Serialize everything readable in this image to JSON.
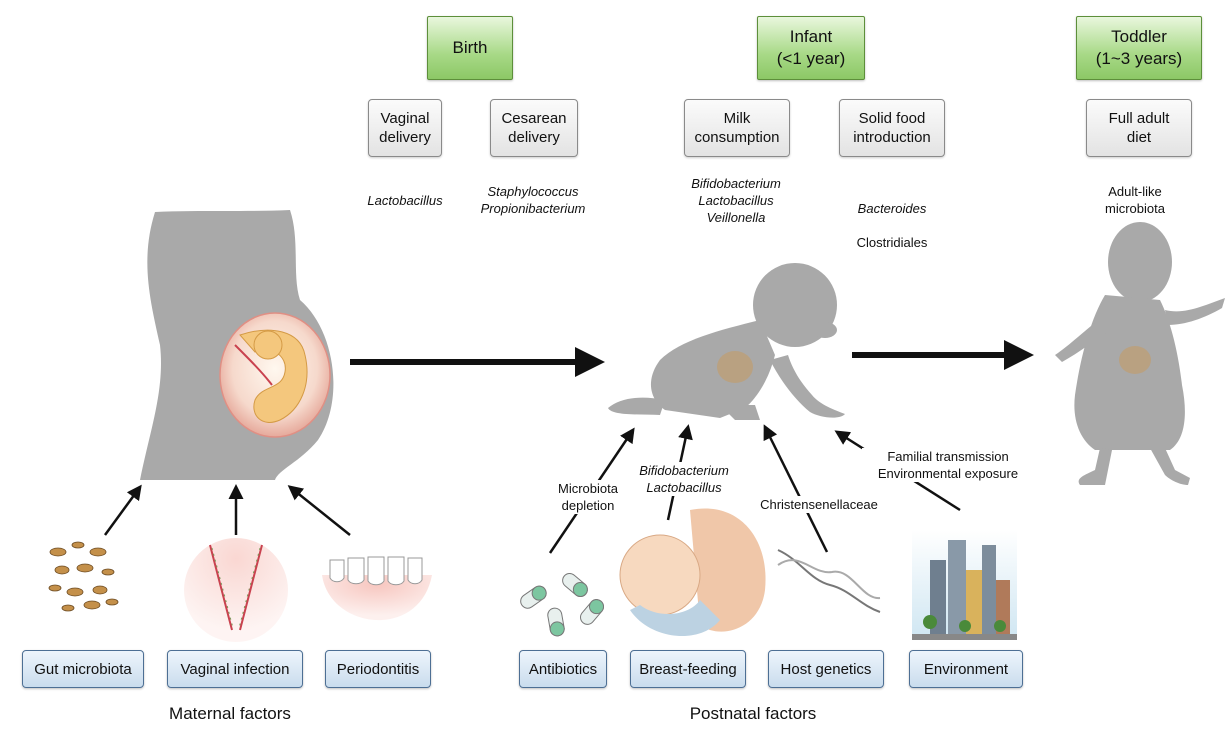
{
  "stages": [
    {
      "id": "birth",
      "label": "Birth"
    },
    {
      "id": "infant",
      "label": "Infant\n(<1 year)"
    },
    {
      "id": "toddler",
      "label": "Toddler\n(1~3 years)"
    }
  ],
  "events": {
    "vaginal_delivery": "Vaginal\ndelivery",
    "cesarean_delivery": "Cesarean\ndelivery",
    "milk_consumption": "Milk\nconsumption",
    "solid_food": "Solid food\nintroduction",
    "full_adult_diet": "Full adult\ndiet"
  },
  "microbes": {
    "vaginal": "Lactobacillus",
    "cesarean": "Staphylococcus\nPropionibacterium",
    "milk": "Bifidobacterium\nLactobacillus\nVeillonella",
    "solid_line1": "Bacteroides",
    "solid_line2": "Clostridiales",
    "adult": "Adult-like\nmicrobiota"
  },
  "annotations": {
    "antibiotics": "Microbiota\ndepletion",
    "breastfeeding": "Bifidobacterium\nLactobacillus",
    "genetics": "Christensenellaceae",
    "environment": "Familial transmission\nEnvironmental exposure"
  },
  "maternal_factors": [
    "Gut microbiota",
    "Vaginal infection",
    "Periodontitis"
  ],
  "postnatal_factors": [
    "Antibiotics",
    "Breast-feeding",
    "Host genetics",
    "Environment"
  ],
  "group_labels": {
    "maternal": "Maternal factors",
    "postnatal": "Postnatal factors"
  },
  "colors": {
    "stage_green": "#8cc866",
    "factor_blue": "#c9dced",
    "silhouette_gray": "#a9a9a9",
    "arrow": "#111111"
  }
}
